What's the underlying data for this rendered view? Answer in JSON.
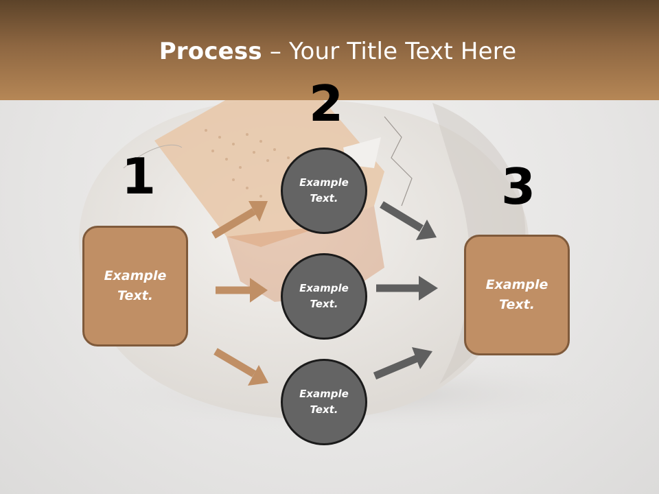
{
  "slide": {
    "title_bold": "Process",
    "title_rest": " – Your Title Text Here"
  },
  "steps": {
    "n1": "1",
    "n2": "2",
    "n3": "3"
  },
  "left_box": {
    "text": "Example Text."
  },
  "right_box": {
    "text": "Example Text."
  },
  "circles": [
    {
      "text": "Example Text."
    },
    {
      "text": "Example Text."
    },
    {
      "text": "Example Text."
    }
  ],
  "colors": {
    "header_top": "#5c4329",
    "header_bottom": "#b68756",
    "box_fill": "#c08f65",
    "box_border": "#7f5a3b",
    "circle_fill": "#646464",
    "arrow_tan": "#c08f65",
    "arrow_gray": "#5f5f5f"
  }
}
